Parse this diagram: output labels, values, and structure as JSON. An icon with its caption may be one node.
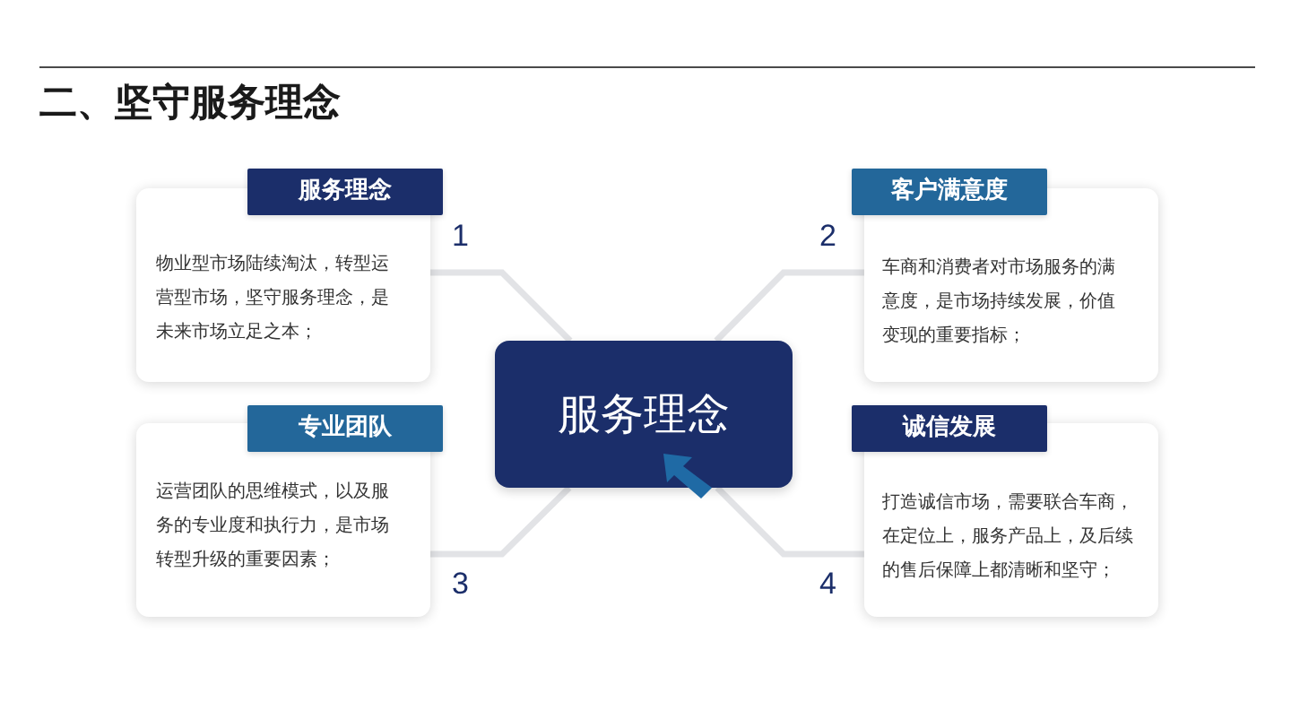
{
  "diagram": {
    "title": "二、坚守服务理念",
    "nodes": [
      {
        "text": [
          "服务理念",
          "物业型市场陆续淘汰，转型运营型市场，坚守服务理念，是未来市场立足之本；"
        ],
        "beside": [
          "1"
        ]
      },
      {
        "text": [
          "客户满意度",
          "车商和消费者对市场服务的满意度，是市场持续发展，价值变现的重要指标；"
        ],
        "beside": [
          "2"
        ]
      },
      {
        "text": [
          "服务理念"
        ]
      },
      {
        "text": [
          "专业团队",
          "运营团队的思维模式，以及服务的专业度和执行力，是市场转型升级的重要因素；"
        ],
        "beside": [
          "3"
        ]
      },
      {
        "text": [
          "诚信发展",
          "打造诚信市场，需要联合车商，在定位上，服务产品上，及后续的售后保障上都清晰和坚守；"
        ],
        "beside": [
          "4"
        ]
      }
    ],
    "edges": [
      {
        "from": 2,
        "to": 0,
        "arrow": "none"
      },
      {
        "from": 2,
        "to": 1,
        "arrow": "none"
      },
      {
        "from": 2,
        "to": 3,
        "arrow": "none"
      },
      {
        "from": 2,
        "to": 4,
        "arrow": "none"
      }
    ]
  }
}
